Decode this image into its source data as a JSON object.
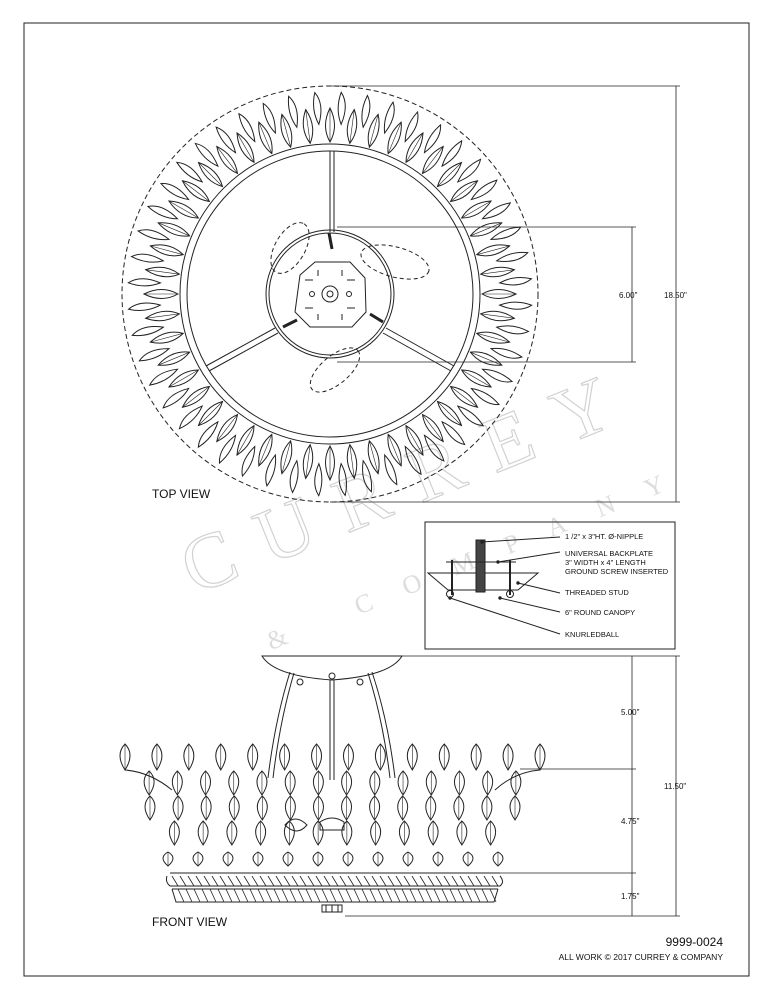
{
  "views": {
    "top_title": "TOP VIEW",
    "front_title": "FRONT VIEW"
  },
  "dimensions": {
    "top_inner": "6.00\"",
    "top_overall": "18.50\"",
    "front_chain": "5.00\"",
    "front_body": "4.75\"",
    "front_band": "1.75\"",
    "front_overall": "11.50\""
  },
  "mount_detail": {
    "callouts": [
      "1 /2\" x 3\"HT. Ø-NIPPLE",
      "UNIVERSAL BACKPLATE",
      "3\" WIDTH x 4\" LENGTH",
      "GROUND SCREW INSERTED",
      "THREADED STUD",
      "6\" ROUND CANOPY",
      "KNURLEDBALL"
    ]
  },
  "watermark": {
    "brand": "CURREY",
    "tagline": "& COMPANY"
  },
  "footer": {
    "part_number": "9999-0024",
    "copyright": "ALL WORK © 2017 CURREY & COMPANY"
  },
  "colors": {
    "line": "#222222",
    "watermark": "#d4d4d4"
  }
}
